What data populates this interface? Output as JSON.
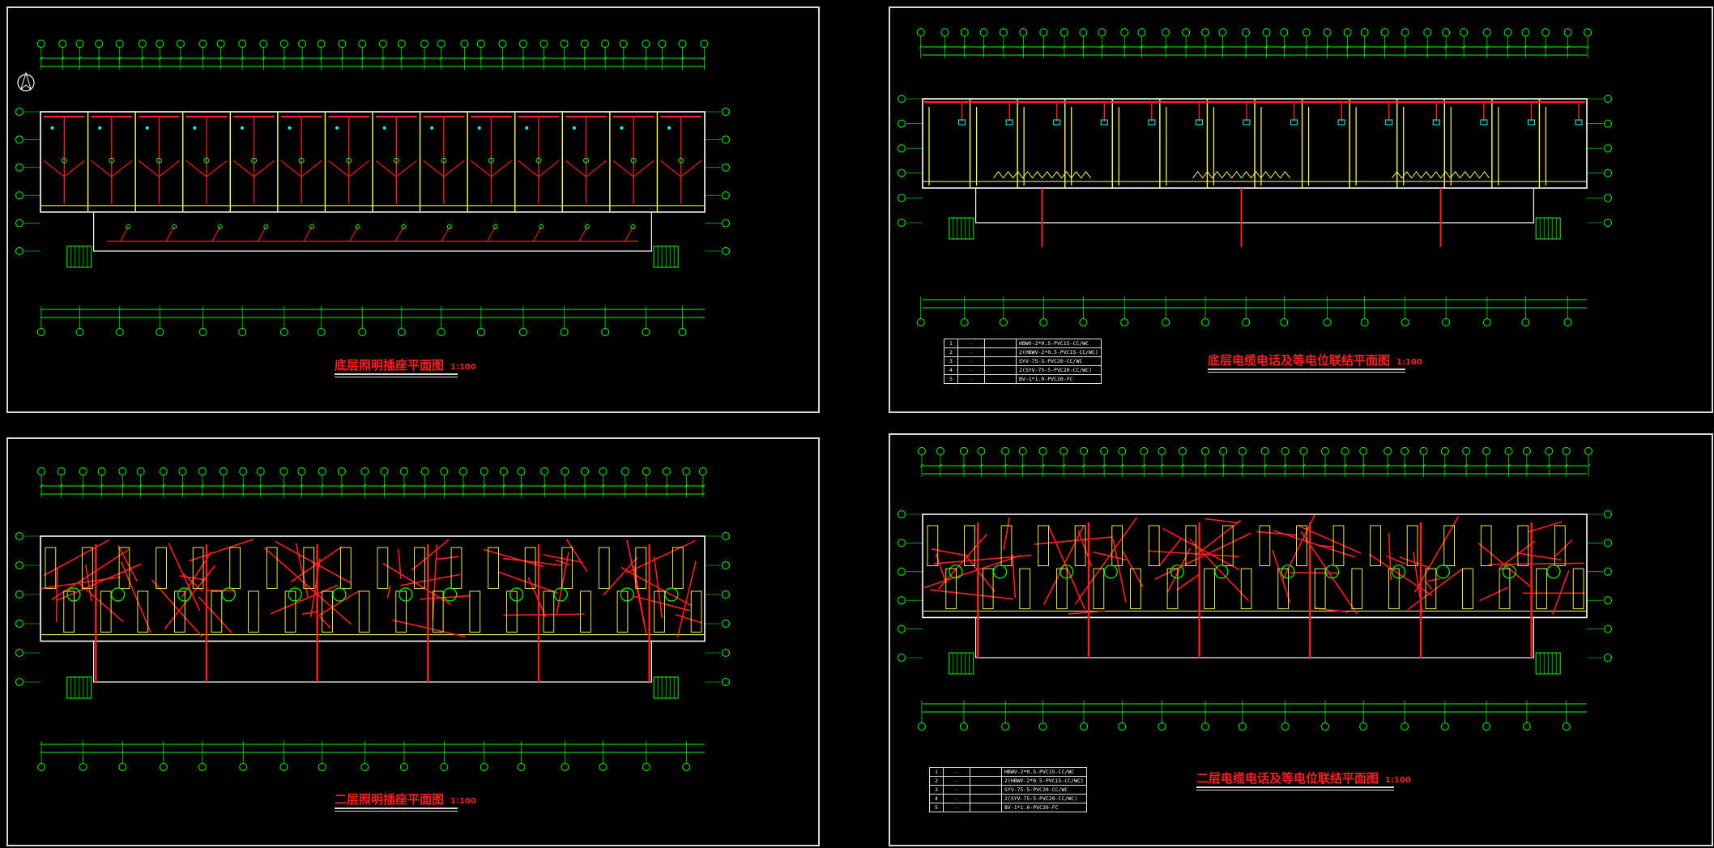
{
  "drawings": [
    {
      "id": "p1",
      "title": "底层照明插座平面图",
      "scale": "1:100"
    },
    {
      "id": "p2",
      "title": "底层电缆电话及等电位联结平面图",
      "scale": "1:100"
    },
    {
      "id": "p3",
      "title": "二层照明插座平面图",
      "scale": "1:100"
    },
    {
      "id": "p4",
      "title": "二层电缆电话及等电位联结平面图",
      "scale": "1:100"
    }
  ],
  "legend": {
    "rows": [
      {
        "no": "1",
        "code": "HBWV-2*0.5-PVC15-CC/WC"
      },
      {
        "no": "2",
        "code": "2(HBWV-2*0.5-PVC15-CC/WC)"
      },
      {
        "no": "3",
        "code": "SYV-75-5-PVC20-CC/WC"
      },
      {
        "no": "4",
        "code": "2(SYV-75-5-PVC20-CC/WC)"
      },
      {
        "no": "5",
        "code": "BV-1*1.0-PVC20-FC"
      }
    ]
  },
  "colors": {
    "frame": "#d8d8d8",
    "axis": "#00ff00",
    "wall": "#ffff66",
    "wire": "#ff2020",
    "dim": "#00ffff",
    "title": "#ff2020"
  }
}
